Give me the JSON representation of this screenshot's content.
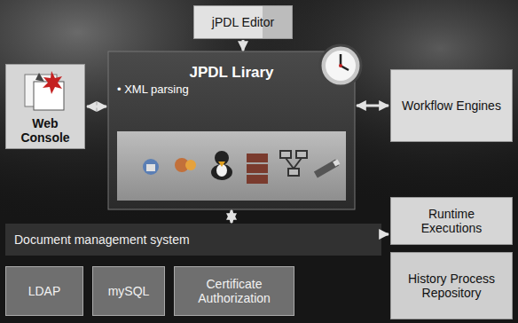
{
  "diagram": {
    "nodes": [
      {
        "text": [
          "jPDL Editor"
        ]
      },
      {
        "text": [
          "Web Console"
        ]
      },
      {
        "text": [
          "JPDL Lirary",
          "• XML parsing"
        ]
      },
      {
        "text": [
          "Workflow Engines"
        ]
      },
      {
        "text": [
          "Runtime Executions"
        ]
      },
      {
        "text": [
          "Document management system"
        ]
      },
      {
        "text": [
          "History Process Repository"
        ]
      },
      {
        "text": [
          "LDAP"
        ]
      },
      {
        "text": [
          "mySQL"
        ]
      },
      {
        "text": [
          "Certificate Authorization"
        ]
      }
    ],
    "edges": [
      {
        "from": 0,
        "to": 2,
        "arrow": "to"
      },
      {
        "from": 1,
        "to": 2,
        "arrow": "both"
      },
      {
        "from": 2,
        "to": 3,
        "arrow": "both"
      },
      {
        "from": 2,
        "to": 5,
        "arrow": "both"
      },
      {
        "from": 5,
        "to": 4,
        "arrow": "to"
      }
    ]
  }
}
